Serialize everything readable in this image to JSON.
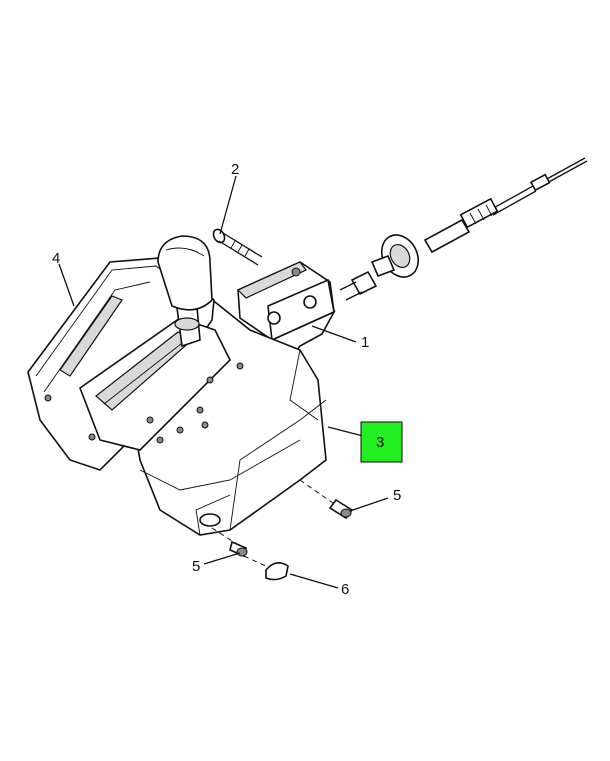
{
  "callouts": {
    "c1": "1",
    "c2": "2",
    "c3": "3",
    "c4": "4",
    "c5a": "5",
    "c5b": "5",
    "c6": "6"
  },
  "highlight": {
    "target": "3",
    "color": "#22ee22",
    "text_color": "#444444"
  }
}
